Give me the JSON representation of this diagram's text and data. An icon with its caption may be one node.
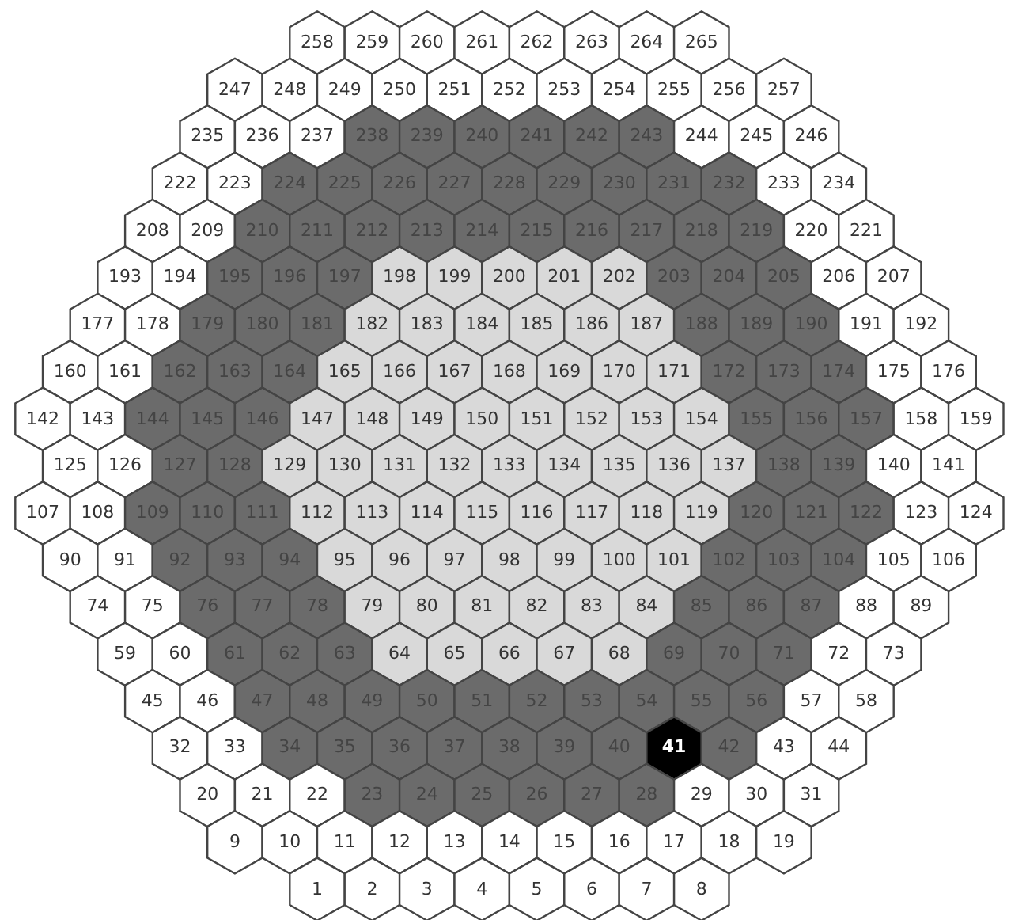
{
  "diagram": {
    "nodes": [
      {
        "text": [
          "258"
        ]
      },
      {
        "text": [
          "259"
        ]
      },
      {
        "text": [
          "260"
        ]
      },
      {
        "text": [
          "261"
        ]
      },
      {
        "text": [
          "262"
        ]
      },
      {
        "text": [
          "263"
        ]
      },
      {
        "text": [
          "264"
        ]
      },
      {
        "text": [
          "265"
        ]
      },
      {
        "text": [
          "247"
        ]
      },
      {
        "text": [
          "248"
        ]
      },
      {
        "text": [
          "249"
        ]
      },
      {
        "text": [
          "250"
        ]
      },
      {
        "text": [
          "251"
        ]
      },
      {
        "text": [
          "252"
        ]
      },
      {
        "text": [
          "253"
        ]
      },
      {
        "text": [
          "254"
        ]
      },
      {
        "text": [
          "255"
        ]
      },
      {
        "text": [
          "256"
        ]
      },
      {
        "text": [
          "257"
        ]
      },
      {
        "text": [
          "235"
        ]
      },
      {
        "text": [
          "236"
        ]
      },
      {
        "text": [
          "237"
        ]
      },
      {
        "text": [
          "238"
        ]
      },
      {
        "text": [
          "239"
        ]
      },
      {
        "text": [
          "240"
        ]
      },
      {
        "text": [
          "241"
        ]
      },
      {
        "text": [
          "242"
        ]
      },
      {
        "text": [
          "243"
        ]
      },
      {
        "text": [
          "244"
        ]
      },
      {
        "text": [
          "245"
        ]
      },
      {
        "text": [
          "246"
        ]
      },
      {
        "text": [
          "222"
        ]
      },
      {
        "text": [
          "223"
        ]
      },
      {
        "text": [
          "224"
        ]
      },
      {
        "text": [
          "225"
        ]
      },
      {
        "text": [
          "226"
        ]
      },
      {
        "text": [
          "227"
        ]
      },
      {
        "text": [
          "228"
        ]
      },
      {
        "text": [
          "229"
        ]
      },
      {
        "text": [
          "230"
        ]
      },
      {
        "text": [
          "231"
        ]
      },
      {
        "text": [
          "232"
        ]
      },
      {
        "text": [
          "233"
        ]
      },
      {
        "text": [
          "234"
        ]
      },
      {
        "text": [
          "208"
        ]
      },
      {
        "text": [
          "209"
        ]
      },
      {
        "text": [
          "210"
        ]
      },
      {
        "text": [
          "211"
        ]
      },
      {
        "text": [
          "212"
        ]
      },
      {
        "text": [
          "213"
        ]
      },
      {
        "text": [
          "214"
        ]
      },
      {
        "text": [
          "215"
        ]
      },
      {
        "text": [
          "216"
        ]
      },
      {
        "text": [
          "217"
        ]
      },
      {
        "text": [
          "218"
        ]
      },
      {
        "text": [
          "219"
        ]
      },
      {
        "text": [
          "220"
        ]
      },
      {
        "text": [
          "221"
        ]
      },
      {
        "text": [
          "193"
        ]
      },
      {
        "text": [
          "194"
        ]
      },
      {
        "text": [
          "195"
        ]
      },
      {
        "text": [
          "196"
        ]
      },
      {
        "text": [
          "197"
        ]
      },
      {
        "text": [
          "198"
        ]
      },
      {
        "text": [
          "199"
        ]
      },
      {
        "text": [
          "200"
        ]
      },
      {
        "text": [
          "201"
        ]
      },
      {
        "text": [
          "202"
        ]
      },
      {
        "text": [
          "203"
        ]
      },
      {
        "text": [
          "204"
        ]
      },
      {
        "text": [
          "205"
        ]
      },
      {
        "text": [
          "206"
        ]
      },
      {
        "text": [
          "207"
        ]
      },
      {
        "text": [
          "177"
        ]
      },
      {
        "text": [
          "178"
        ]
      },
      {
        "text": [
          "179"
        ]
      },
      {
        "text": [
          "180"
        ]
      },
      {
        "text": [
          "181"
        ]
      },
      {
        "text": [
          "182"
        ]
      },
      {
        "text": [
          "183"
        ]
      },
      {
        "text": [
          "184"
        ]
      },
      {
        "text": [
          "185"
        ]
      },
      {
        "text": [
          "186"
        ]
      },
      {
        "text": [
          "187"
        ]
      },
      {
        "text": [
          "188"
        ]
      },
      {
        "text": [
          "189"
        ]
      },
      {
        "text": [
          "190"
        ]
      },
      {
        "text": [
          "191"
        ]
      },
      {
        "text": [
          "192"
        ]
      },
      {
        "text": [
          "160"
        ]
      },
      {
        "text": [
          "161"
        ]
      },
      {
        "text": [
          "162"
        ]
      },
      {
        "text": [
          "163"
        ]
      },
      {
        "text": [
          "164"
        ]
      },
      {
        "text": [
          "165"
        ]
      },
      {
        "text": [
          "166"
        ]
      },
      {
        "text": [
          "167"
        ]
      },
      {
        "text": [
          "168"
        ]
      },
      {
        "text": [
          "169"
        ]
      },
      {
        "text": [
          "170"
        ]
      },
      {
        "text": [
          "171"
        ]
      },
      {
        "text": [
          "172"
        ]
      },
      {
        "text": [
          "173"
        ]
      },
      {
        "text": [
          "174"
        ]
      },
      {
        "text": [
          "175"
        ]
      },
      {
        "text": [
          "176"
        ]
      },
      {
        "text": [
          "142"
        ]
      },
      {
        "text": [
          "143"
        ]
      },
      {
        "text": [
          "144"
        ]
      },
      {
        "text": [
          "145"
        ]
      },
      {
        "text": [
          "146"
        ]
      },
      {
        "text": [
          "147"
        ]
      },
      {
        "text": [
          "148"
        ]
      },
      {
        "text": [
          "149"
        ]
      },
      {
        "text": [
          "150"
        ]
      },
      {
        "text": [
          "151"
        ]
      },
      {
        "text": [
          "152"
        ]
      },
      {
        "text": [
          "153"
        ]
      },
      {
        "text": [
          "154"
        ]
      },
      {
        "text": [
          "155"
        ]
      },
      {
        "text": [
          "156"
        ]
      },
      {
        "text": [
          "157"
        ]
      },
      {
        "text": [
          "158"
        ]
      },
      {
        "text": [
          "159"
        ]
      },
      {
        "text": [
          "125"
        ]
      },
      {
        "text": [
          "126"
        ]
      },
      {
        "text": [
          "127"
        ]
      },
      {
        "text": [
          "128"
        ]
      },
      {
        "text": [
          "129"
        ]
      },
      {
        "text": [
          "130"
        ]
      },
      {
        "text": [
          "131"
        ]
      },
      {
        "text": [
          "132"
        ]
      },
      {
        "text": [
          "133"
        ]
      },
      {
        "text": [
          "134"
        ]
      },
      {
        "text": [
          "135"
        ]
      },
      {
        "text": [
          "136"
        ]
      },
      {
        "text": [
          "137"
        ]
      },
      {
        "text": [
          "138"
        ]
      },
      {
        "text": [
          "139"
        ]
      },
      {
        "text": [
          "140"
        ]
      },
      {
        "text": [
          "141"
        ]
      },
      {
        "text": [
          "107"
        ]
      },
      {
        "text": [
          "108"
        ]
      },
      {
        "text": [
          "109"
        ]
      },
      {
        "text": [
          "110"
        ]
      },
      {
        "text": [
          "111"
        ]
      },
      {
        "text": [
          "112"
        ]
      },
      {
        "text": [
          "113"
        ]
      },
      {
        "text": [
          "114"
        ]
      },
      {
        "text": [
          "115"
        ]
      },
      {
        "text": [
          "116"
        ]
      },
      {
        "text": [
          "117"
        ]
      },
      {
        "text": [
          "118"
        ]
      },
      {
        "text": [
          "119"
        ]
      },
      {
        "text": [
          "120"
        ]
      },
      {
        "text": [
          "121"
        ]
      },
      {
        "text": [
          "122"
        ]
      },
      {
        "text": [
          "123"
        ]
      },
      {
        "text": [
          "124"
        ]
      },
      {
        "text": [
          "90"
        ]
      },
      {
        "text": [
          "91"
        ]
      },
      {
        "text": [
          "92"
        ]
      },
      {
        "text": [
          "93"
        ]
      },
      {
        "text": [
          "94"
        ]
      },
      {
        "text": [
          "95"
        ]
      },
      {
        "text": [
          "96"
        ]
      },
      {
        "text": [
          "97"
        ]
      },
      {
        "text": [
          "98"
        ]
      },
      {
        "text": [
          "99"
        ]
      },
      {
        "text": [
          "100"
        ]
      },
      {
        "text": [
          "101"
        ]
      },
      {
        "text": [
          "102"
        ]
      },
      {
        "text": [
          "103"
        ]
      },
      {
        "text": [
          "104"
        ]
      },
      {
        "text": [
          "105"
        ]
      },
      {
        "text": [
          "106"
        ]
      },
      {
        "text": [
          "74"
        ]
      },
      {
        "text": [
          "75"
        ]
      },
      {
        "text": [
          "76"
        ]
      },
      {
        "text": [
          "77"
        ]
      },
      {
        "text": [
          "78"
        ]
      },
      {
        "text": [
          "79"
        ]
      },
      {
        "text": [
          "80"
        ]
      },
      {
        "text": [
          "81"
        ]
      },
      {
        "text": [
          "82"
        ]
      },
      {
        "text": [
          "83"
        ]
      },
      {
        "text": [
          "84"
        ]
      },
      {
        "text": [
          "85"
        ]
      },
      {
        "text": [
          "86"
        ]
      },
      {
        "text": [
          "87"
        ]
      },
      {
        "text": [
          "88"
        ]
      },
      {
        "text": [
          "89"
        ]
      },
      {
        "text": [
          "59"
        ]
      },
      {
        "text": [
          "60"
        ]
      },
      {
        "text": [
          "61"
        ]
      },
      {
        "text": [
          "62"
        ]
      },
      {
        "text": [
          "63"
        ]
      },
      {
        "text": [
          "64"
        ]
      },
      {
        "text": [
          "65"
        ]
      },
      {
        "text": [
          "66"
        ]
      },
      {
        "text": [
          "67"
        ]
      },
      {
        "text": [
          "68"
        ]
      },
      {
        "text": [
          "69"
        ]
      },
      {
        "text": [
          "70"
        ]
      },
      {
        "text": [
          "71"
        ]
      },
      {
        "text": [
          "72"
        ]
      },
      {
        "text": [
          "73"
        ]
      },
      {
        "text": [
          "45"
        ]
      },
      {
        "text": [
          "46"
        ]
      },
      {
        "text": [
          "47"
        ]
      },
      {
        "text": [
          "48"
        ]
      },
      {
        "text": [
          "49"
        ]
      },
      {
        "text": [
          "50"
        ]
      },
      {
        "text": [
          "51"
        ]
      },
      {
        "text": [
          "52"
        ]
      },
      {
        "text": [
          "53"
        ]
      },
      {
        "text": [
          "54"
        ]
      },
      {
        "text": [
          "55"
        ]
      },
      {
        "text": [
          "56"
        ]
      },
      {
        "text": [
          "57"
        ]
      },
      {
        "text": [
          "58"
        ]
      },
      {
        "text": [
          "32"
        ]
      },
      {
        "text": [
          "33"
        ]
      },
      {
        "text": [
          "34"
        ]
      },
      {
        "text": [
          "35"
        ]
      },
      {
        "text": [
          "36"
        ]
      },
      {
        "text": [
          "37"
        ]
      },
      {
        "text": [
          "38"
        ]
      },
      {
        "text": [
          "39"
        ]
      },
      {
        "text": [
          "40"
        ]
      },
      {
        "text": [
          "41"
        ]
      },
      {
        "text": [
          "42"
        ]
      },
      {
        "text": [
          "43"
        ]
      },
      {
        "text": [
          "44"
        ]
      },
      {
        "text": [
          "20"
        ]
      },
      {
        "text": [
          "21"
        ]
      },
      {
        "text": [
          "22"
        ]
      },
      {
        "text": [
          "23"
        ]
      },
      {
        "text": [
          "24"
        ]
      },
      {
        "text": [
          "25"
        ]
      },
      {
        "text": [
          "26"
        ]
      },
      {
        "text": [
          "27"
        ]
      },
      {
        "text": [
          "28"
        ]
      },
      {
        "text": [
          "29"
        ]
      },
      {
        "text": [
          "30"
        ]
      },
      {
        "text": [
          "31"
        ]
      },
      {
        "text": [
          "9"
        ]
      },
      {
        "text": [
          "10"
        ]
      },
      {
        "text": [
          "11"
        ]
      },
      {
        "text": [
          "12"
        ]
      },
      {
        "text": [
          "13"
        ]
      },
      {
        "text": [
          "14"
        ]
      },
      {
        "text": [
          "15"
        ]
      },
      {
        "text": [
          "16"
        ]
      },
      {
        "text": [
          "17"
        ]
      },
      {
        "text": [
          "18"
        ]
      },
      {
        "text": [
          "19"
        ]
      },
      {
        "text": [
          "1"
        ]
      },
      {
        "text": [
          "2"
        ]
      },
      {
        "text": [
          "3"
        ]
      },
      {
        "text": [
          "4"
        ]
      },
      {
        "text": [
          "5"
        ]
      },
      {
        "text": [
          "6"
        ]
      },
      {
        "text": [
          "7"
        ]
      },
      {
        "text": [
          "8"
        ]
      }
    ]
  }
}
